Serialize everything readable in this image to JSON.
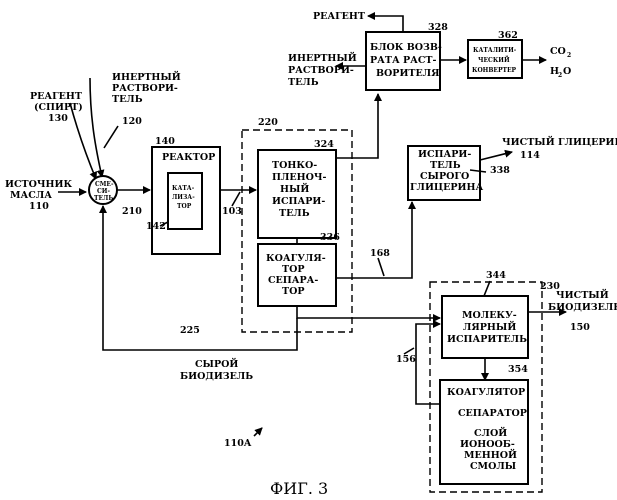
{
  "figure_title": "ФИГ. 3",
  "figure_ref": "110A",
  "sources": {
    "reagent": [
      "РЕАГЕНТ",
      "(СПИРТ)"
    ],
    "reagent_num": "130",
    "inert": [
      "ИНЕРТНЫЙ",
      "РАСТВОРИ-",
      "ТЕЛЬ"
    ],
    "inert_num": "120",
    "oil": [
      "ИСТОЧНИК",
      "МАСЛА"
    ],
    "oil_num": "110"
  },
  "mixer": {
    "lines": [
      "СМЕ-",
      "СИ-",
      "ТЕЛЬ"
    ],
    "num": "210"
  },
  "reactor": {
    "title": "РЕАКТОР",
    "num": "140",
    "catalyst": [
      "КАТА-",
      "ЛИЗА-",
      "ТОР"
    ],
    "catalyst_num": "142"
  },
  "separation_unit": {
    "num": "220"
  },
  "thin_film": {
    "lines": [
      "ТОНКО-",
      "ПЛЕНОЧ-",
      "НЫЙ",
      "ИСПАРИ-",
      "ТЕЛЬ"
    ],
    "num": "324"
  },
  "coag1": {
    "lines": [
      "КОАГУЛЯ-",
      "ТОР",
      "СЕПАРА-",
      "ТОР"
    ],
    "num": "336"
  },
  "solvent_recovery": {
    "lines": [
      "БЛОК ВОЗВ-",
      "РАТА РАСТ-",
      "ВОРИТЕЛЯ"
    ],
    "num": "328"
  },
  "reagent_out": "РЕАГЕНТ",
  "inert_out": [
    "ИНЕРТНЫЙ",
    "РАСТВОРИ-",
    "ТЕЛЬ"
  ],
  "cat_converter": {
    "lines": [
      "КАТАЛИТИ-",
      "ЧЕСКИЙ",
      "КОНВЕРТЕР"
    ],
    "num": "362"
  },
  "co2": "CO",
  "co2_sub": "2",
  "h2o_h": "H",
  "h2o_sub": "2",
  "h2o_o": "O",
  "glycerin_evap": {
    "lines": [
      "ИСПАРИ-",
      "ТЕЛЬ",
      "СЫРОГО",
      "ГЛИЦЕРИНА"
    ],
    "num": "338"
  },
  "pure_glycerin": "ЧИСТЫЙ ГЛИЦЕРИН",
  "pure_glycerin_num": "114",
  "molecular": {
    "lines": [
      "МОЛЕКУ-",
      "ЛЯРНЫЙ",
      "ИСПАРИТЕЛЬ"
    ],
    "num": "344"
  },
  "polish_unit": {
    "num": "230"
  },
  "pure_biodiesel": [
    "ЧИСТЫЙ",
    "БИОДИЗЕЛЬ"
  ],
  "pure_biodiesel_num": "150",
  "coag2": {
    "title": "КОАГУЛЯТОР",
    "sub": "СЕПАРАТОР",
    "resin": [
      "СЛОЙ",
      "ИОНООБ-",
      "МЕННОЙ",
      "СМОЛЫ"
    ],
    "num": "354"
  },
  "stream_labels": {
    "s103": "103",
    "s168": "168",
    "s225": "225",
    "s156": "156"
  },
  "crude_biodiesel": [
    "СЫРОЙ",
    "БИОДИЗЕЛЬ"
  ]
}
